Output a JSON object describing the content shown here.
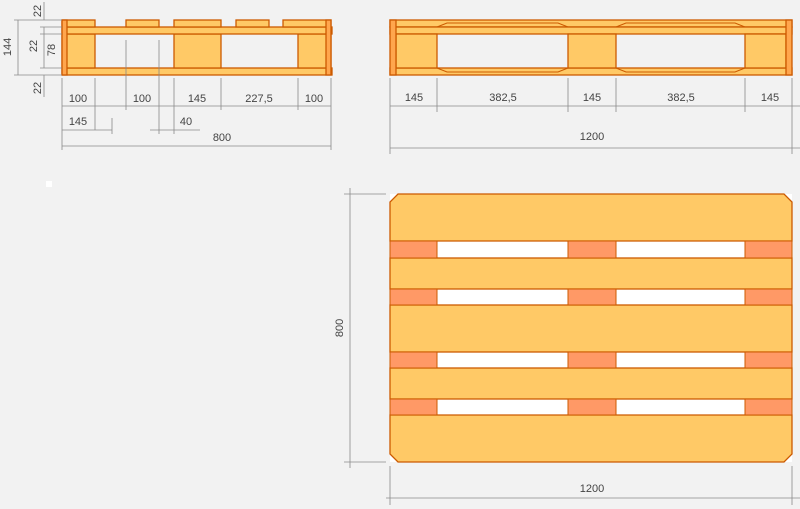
{
  "side_view_short": {
    "height_dims": [
      "22",
      "144",
      "22",
      "78",
      "22"
    ],
    "width_dims": [
      "100",
      "100",
      "145",
      "227,5",
      "100"
    ],
    "sub_dims": [
      "145",
      "40"
    ],
    "total": "800"
  },
  "side_view_long": {
    "width_dims": [
      "145",
      "382,5",
      "145",
      "382,5",
      "145"
    ],
    "total": "1200"
  },
  "top_view": {
    "height": "800",
    "width": "1200"
  },
  "colors": {
    "board": "#ffc966",
    "block_cut": "#ff9966",
    "outline": "#cc5a00",
    "dimension_line": "#8a8a8a",
    "background": "#f2f2f2"
  }
}
